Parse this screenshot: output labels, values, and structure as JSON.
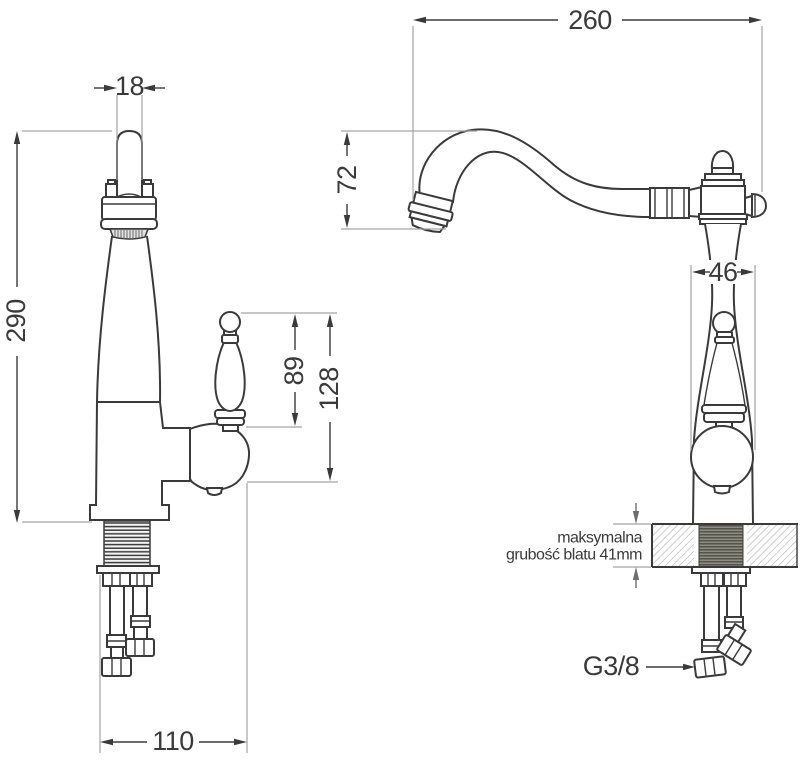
{
  "front": {
    "spout_diameter": "18",
    "total_height": "290",
    "handle_height": "89",
    "spout_height": "128",
    "base_width": "110"
  },
  "side": {
    "spout_reach": "260",
    "spout_drop": "72",
    "body_width": "46"
  },
  "countertop": {
    "note_line1": "maksymalna",
    "note_line2": "grubość blatu 41mm"
  },
  "connection": {
    "thread_size": "G3/8"
  },
  "colors": {
    "line": "#3a3a3a",
    "background": "#ffffff",
    "extension_line": "#a3a3a3",
    "hatch_line": "#b8b8b8",
    "thread_fill": "#8d8d82",
    "thread_line": "#4a4a42"
  }
}
